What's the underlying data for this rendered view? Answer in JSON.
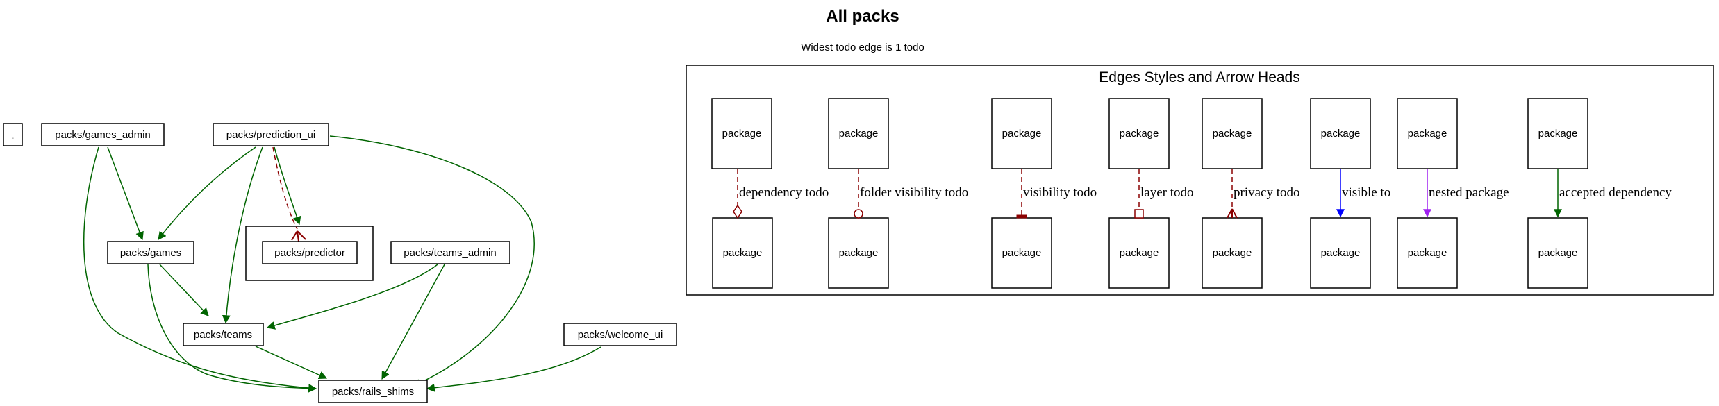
{
  "title": "All packs",
  "subtitle": "Widest todo edge is 1 todo",
  "nodes": {
    "root": ".",
    "games_admin": "packs/games_admin",
    "prediction_ui": "packs/prediction_ui",
    "games": "packs/games",
    "predictor": "packs/predictor",
    "teams_admin": "packs/teams_admin",
    "teams": "packs/teams",
    "welcome_ui": "packs/welcome_ui",
    "rails_shims": "packs/rails_shims"
  },
  "legend": {
    "title": "Edges Styles and Arrow Heads",
    "package_label": "package",
    "edges": [
      {
        "label": "dependency todo",
        "color": "#8b0000",
        "style": "dashed",
        "head": "odiamond"
      },
      {
        "label": "folder visibility todo",
        "color": "#8b0000",
        "style": "dashed",
        "head": "odot"
      },
      {
        "label": "visibility todo",
        "color": "#8b0000",
        "style": "dashed",
        "head": "tee"
      },
      {
        "label": "layer todo",
        "color": "#8b0000",
        "style": "dashed",
        "head": "obox"
      },
      {
        "label": "privacy todo",
        "color": "#8b0000",
        "style": "dashed",
        "head": "crow"
      },
      {
        "label": "visible to",
        "color": "#0000ff",
        "style": "solid",
        "head": "normal"
      },
      {
        "label": "nested package",
        "color": "#a020f0",
        "style": "solid",
        "head": "normal"
      },
      {
        "label": "accepted dependency",
        "color": "#006400",
        "style": "solid",
        "head": "normal"
      }
    ]
  },
  "colors": {
    "dependency": "#006400",
    "todo": "#8b0000"
  }
}
